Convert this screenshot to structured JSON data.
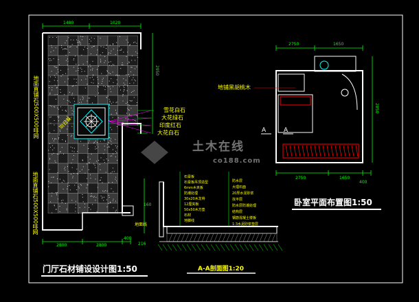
{
  "titles": {
    "foyer": "门厅石材铺设设计图1:50",
    "section": "A-A剖面图1:20",
    "bedroom": "卧室平面布置图1:50"
  },
  "foyer_dims": {
    "top_left": "1480",
    "top_right": "1020",
    "right_height": "2950",
    "bottom_left": "2800",
    "bottom_mid": "2800",
    "bottom_right": "400",
    "step_a": "160",
    "step_b": "216"
  },
  "foyer_labels": {
    "vert_upper": "地面直铺石500X500啡网",
    "vert_lower": "地面直铺石500X500啡网",
    "sunflower": "向日葵",
    "mat1": "雪花白石",
    "mat2": "大花绿石",
    "mat3": "印度红石",
    "mat4": "大花白石"
  },
  "section_labels": {
    "floor_line": "地面线",
    "left_notes": [
      "石膏板",
      "石膏板吊顶造型",
      "6mm木夹板",
      "防潮处理",
      "30x20木龙骨",
      "12厘夹板",
      "50x50木方垫",
      "石材",
      "地脚线"
    ],
    "right_notes": [
      "防水层",
      "大理石面",
      "20厚水泥砂浆",
      "找平层",
      "防水层防潮处理",
      "结构层",
      "钢筋混凝土楼板",
      "1:3水泥砂浆垫层"
    ]
  },
  "bedroom_dims": {
    "top_left": "2750",
    "top_right": "1650",
    "bottom_left": "2750",
    "bottom_mid": "1650",
    "bottom_right": "400",
    "right_height": "2850"
  },
  "bedroom_labels": {
    "carpet": "地铺黑胡桃木",
    "section_a1": "A",
    "section_a2": "A"
  },
  "watermark": {
    "cn": "土木在线",
    "en": "co188.com"
  },
  "colors": {
    "background": "#000000",
    "wall": "#ffffff",
    "dimension": "#00ff00",
    "annotation": "#ffff00",
    "accent_red": "#ff0000",
    "accent_magenta": "#ff00ff",
    "accent_cyan": "#00ffff"
  }
}
